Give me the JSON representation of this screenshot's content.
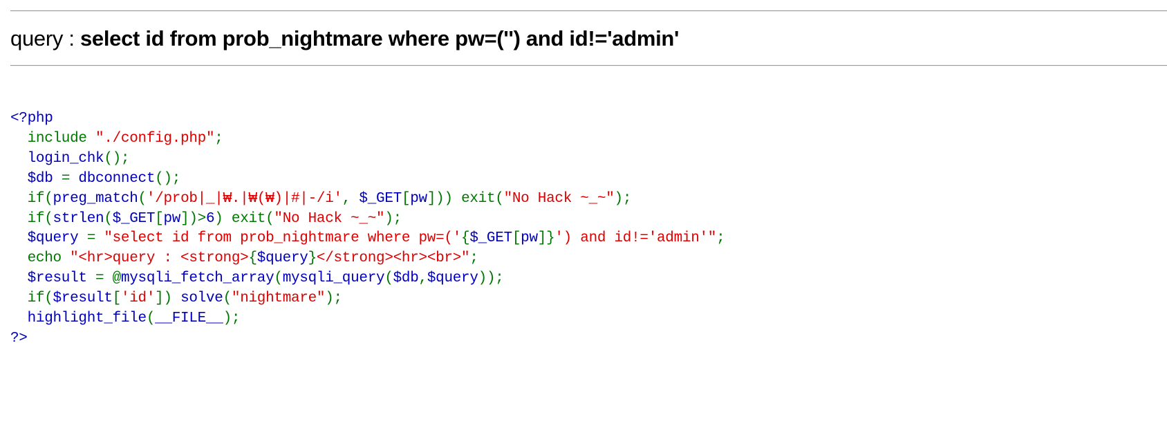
{
  "header": {
    "label": "query : ",
    "query": "select id from prob_nightmare where pw=('') and id!='admin'"
  },
  "colors": {
    "default": "#0000BB",
    "keyword": "#007700",
    "string": "#DD0000"
  },
  "code_lines": [
    [
      [
        "default",
        "<?php"
      ]
    ],
    [
      [
        "keyword",
        "  include "
      ],
      [
        "string",
        "\"./config.php\""
      ],
      [
        "keyword",
        ";"
      ]
    ],
    [
      [
        "default",
        "  login_chk"
      ],
      [
        "keyword",
        "();"
      ]
    ],
    [
      [
        "default",
        "  $db "
      ],
      [
        "keyword",
        "= "
      ],
      [
        "default",
        "dbconnect"
      ],
      [
        "keyword",
        "();"
      ]
    ],
    [
      [
        "keyword",
        "  if("
      ],
      [
        "default",
        "preg_match"
      ],
      [
        "keyword",
        "("
      ],
      [
        "string",
        "'/prob|_|₩.|₩(₩)|#|-/i'"
      ],
      [
        "keyword",
        ", "
      ],
      [
        "default",
        "$_GET"
      ],
      [
        "keyword",
        "["
      ],
      [
        "default",
        "pw"
      ],
      [
        "keyword",
        "])) exit("
      ],
      [
        "string",
        "\"No Hack ~_~\""
      ],
      [
        "keyword",
        ");"
      ]
    ],
    [
      [
        "keyword",
        "  if("
      ],
      [
        "default",
        "strlen"
      ],
      [
        "keyword",
        "("
      ],
      [
        "default",
        "$_GET"
      ],
      [
        "keyword",
        "["
      ],
      [
        "default",
        "pw"
      ],
      [
        "keyword",
        "])>"
      ],
      [
        "default",
        "6"
      ],
      [
        "keyword",
        ") exit("
      ],
      [
        "string",
        "\"No Hack ~_~\""
      ],
      [
        "keyword",
        ");"
      ]
    ],
    [
      [
        "default",
        "  $query "
      ],
      [
        "keyword",
        "= "
      ],
      [
        "string",
        "\"select id from prob_nightmare where pw=('"
      ],
      [
        "keyword",
        "{"
      ],
      [
        "default",
        "$_GET"
      ],
      [
        "keyword",
        "["
      ],
      [
        "default",
        "pw"
      ],
      [
        "keyword",
        "]}"
      ],
      [
        "string",
        "') and id!='admin'\""
      ],
      [
        "keyword",
        ";"
      ]
    ],
    [
      [
        "keyword",
        "  echo "
      ],
      [
        "string",
        "\"<hr>query : <strong>"
      ],
      [
        "keyword",
        "{"
      ],
      [
        "default",
        "$query"
      ],
      [
        "keyword",
        "}"
      ],
      [
        "string",
        "</strong><hr><br>\""
      ],
      [
        "keyword",
        ";"
      ]
    ],
    [
      [
        "default",
        "  $result "
      ],
      [
        "keyword",
        "= @"
      ],
      [
        "default",
        "mysqli_fetch_array"
      ],
      [
        "keyword",
        "("
      ],
      [
        "default",
        "mysqli_query"
      ],
      [
        "keyword",
        "("
      ],
      [
        "default",
        "$db"
      ],
      [
        "keyword",
        ","
      ],
      [
        "default",
        "$query"
      ],
      [
        "keyword",
        "));"
      ]
    ],
    [
      [
        "keyword",
        "  if("
      ],
      [
        "default",
        "$result"
      ],
      [
        "keyword",
        "["
      ],
      [
        "string",
        "'id'"
      ],
      [
        "keyword",
        "]) "
      ],
      [
        "default",
        "solve"
      ],
      [
        "keyword",
        "("
      ],
      [
        "string",
        "\"nightmare\""
      ],
      [
        "keyword",
        ");"
      ]
    ],
    [
      [
        "default",
        "  highlight_file"
      ],
      [
        "keyword",
        "("
      ],
      [
        "default",
        "__FILE__"
      ],
      [
        "keyword",
        ");"
      ]
    ],
    [
      [
        "default",
        "?>"
      ]
    ]
  ]
}
